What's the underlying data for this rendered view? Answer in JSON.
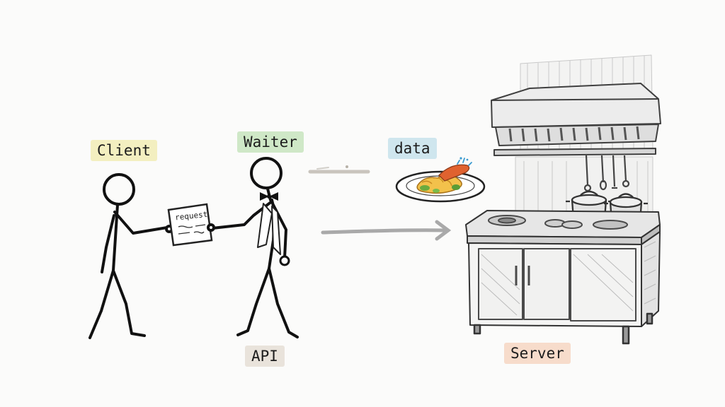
{
  "labels": {
    "client": "Client",
    "waiter": "Waiter",
    "data": "data",
    "api": "API",
    "server": "Server",
    "request": "request"
  },
  "colors": {
    "client_bg": "#f3efc0",
    "waiter_bg": "#cfe8c7",
    "data_bg": "#cfe6ee",
    "api_bg": "#e9e3db",
    "server_bg": "#f7dccb",
    "ink": "#111111",
    "pencil": "#6b6b6b",
    "arrow": "#b7b7b7"
  }
}
